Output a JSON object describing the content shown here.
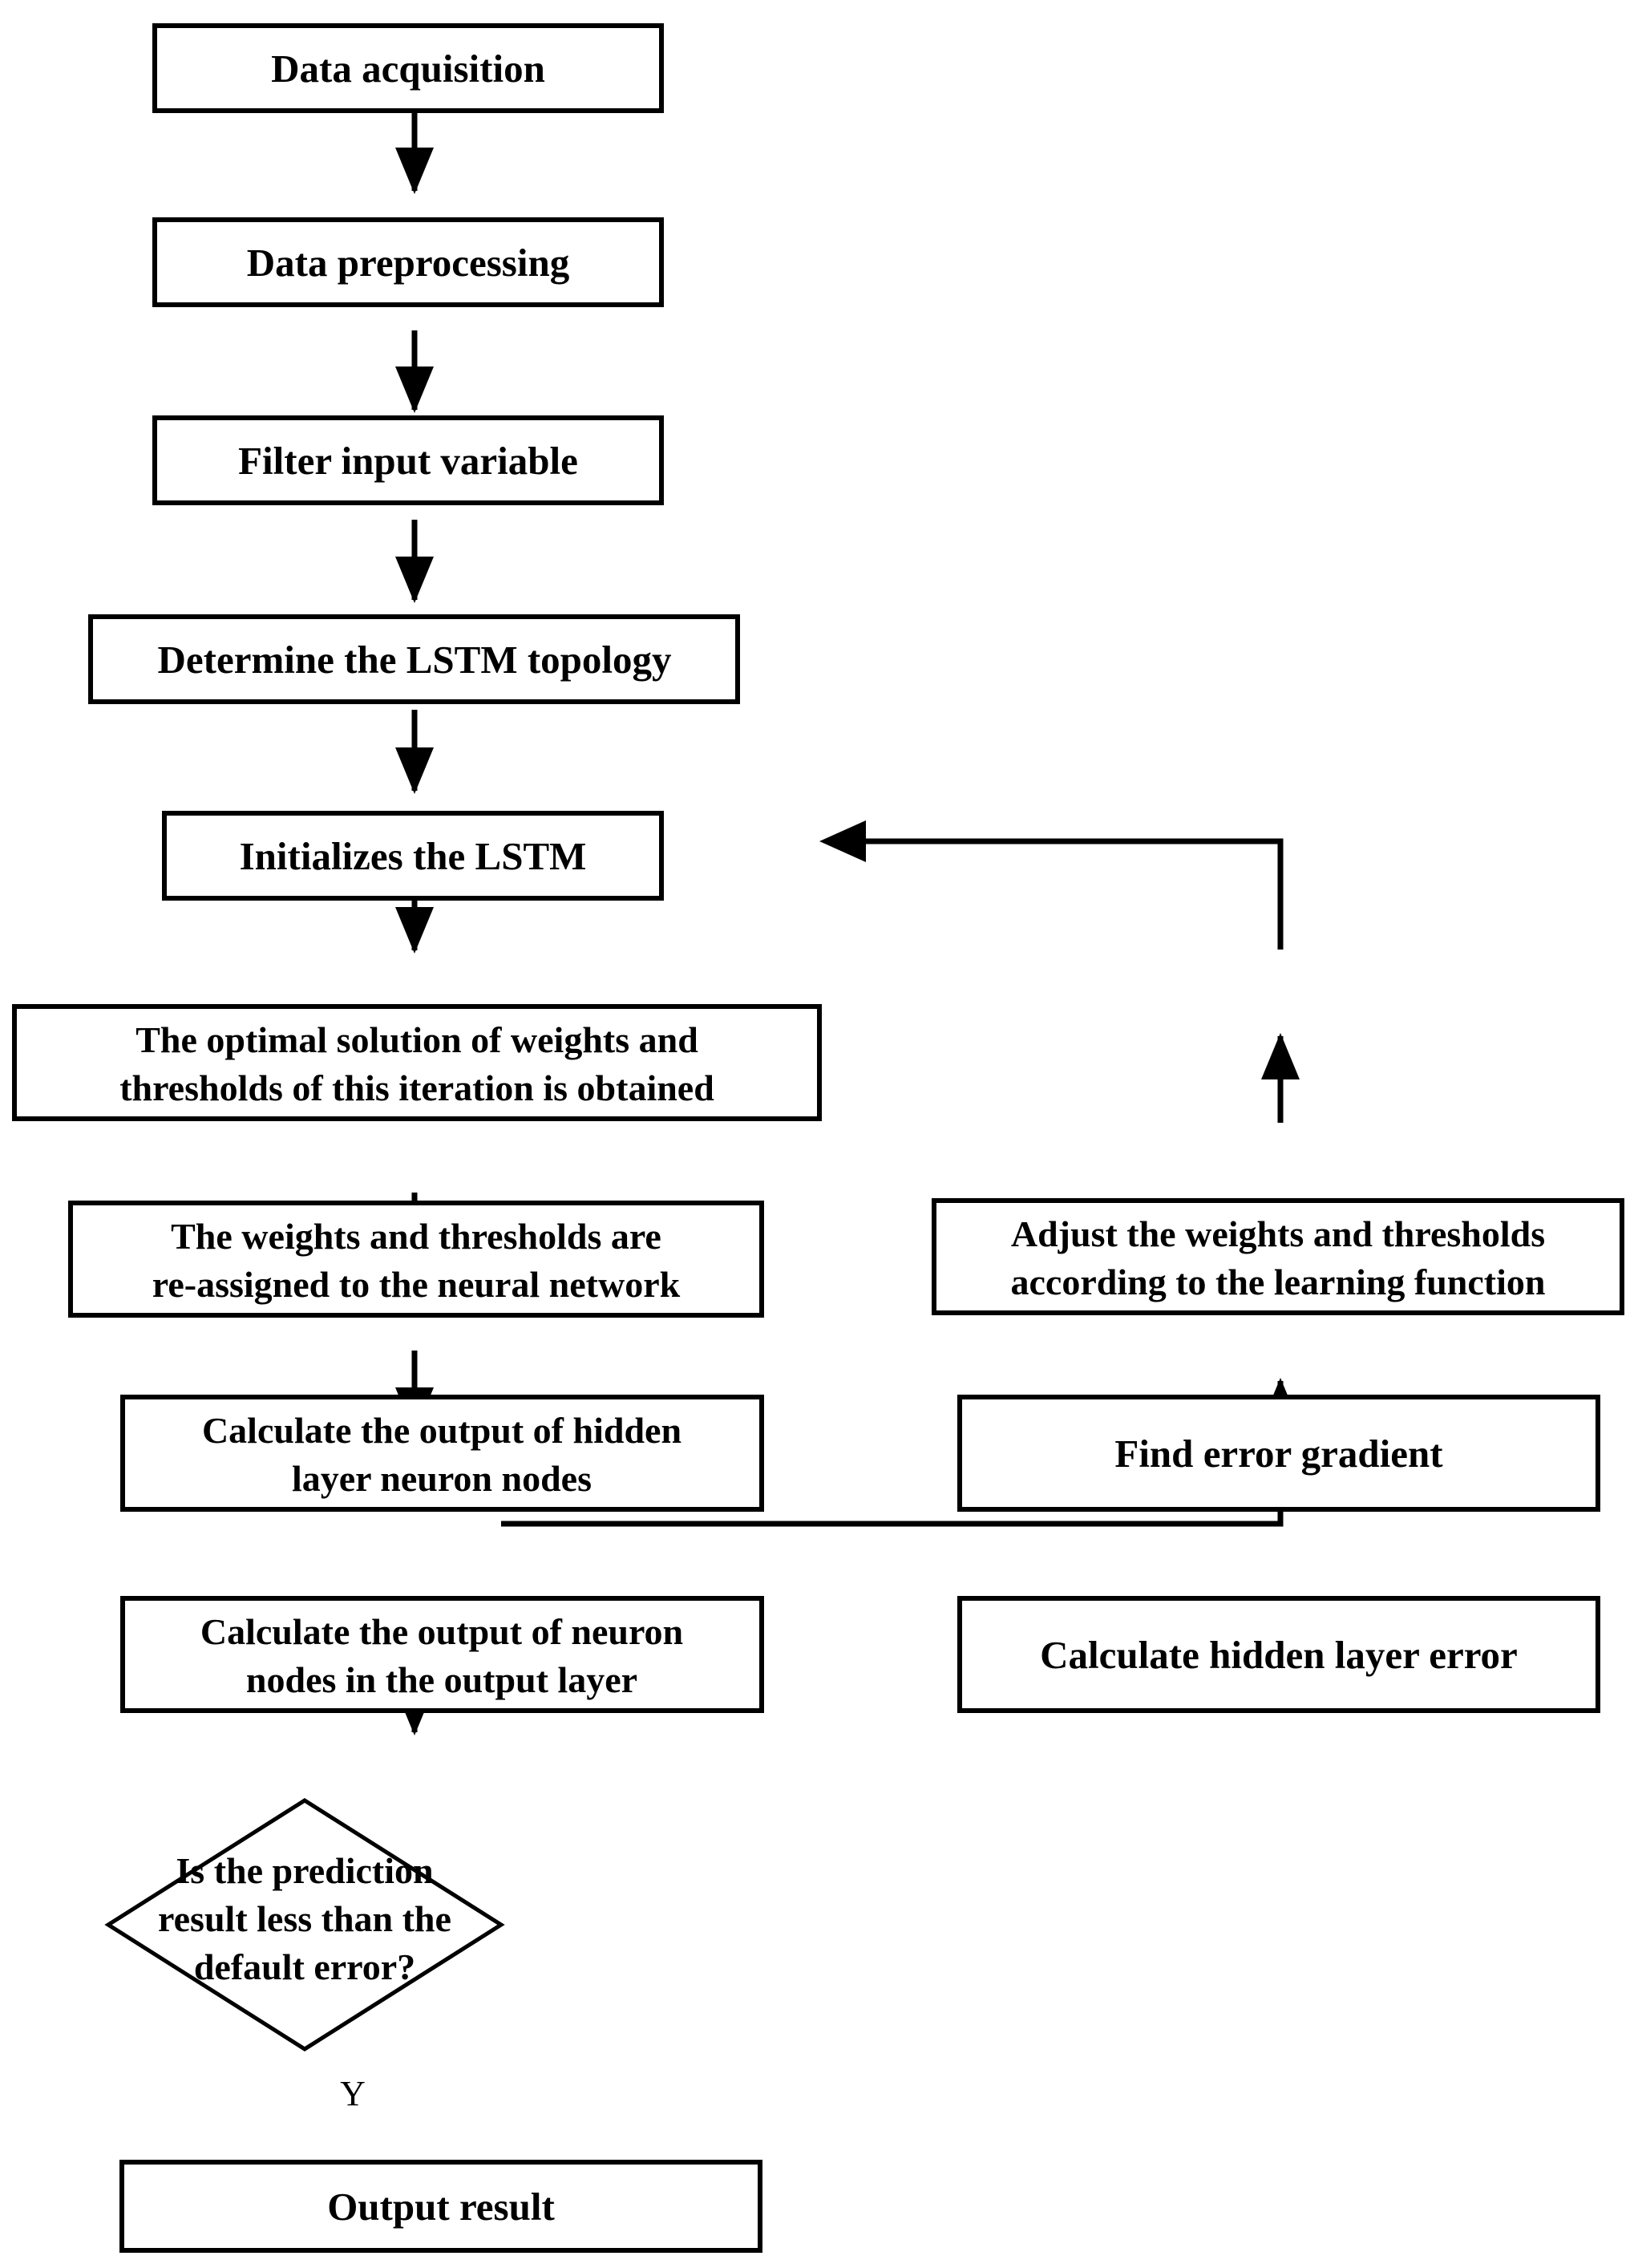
{
  "diagram": {
    "type": "flowchart",
    "title": "LSTM neural network training flowchart",
    "colors": {
      "stroke": "#000000",
      "fill": "#ffffff",
      "text": "#000000"
    },
    "nodes": [
      {
        "id": "data-acquisition",
        "shape": "process",
        "lines": [
          "Data acquisition"
        ]
      },
      {
        "id": "data-preprocessing",
        "shape": "process",
        "lines": [
          "Data preprocessing"
        ]
      },
      {
        "id": "filter-input-variable",
        "shape": "process",
        "lines": [
          "Filter input variable"
        ]
      },
      {
        "id": "determine-topology",
        "shape": "process",
        "lines": [
          "Determine the LSTM topology"
        ]
      },
      {
        "id": "initializes-lstm",
        "shape": "process",
        "lines": [
          "Initializes the LSTM"
        ]
      },
      {
        "id": "optimal-solution",
        "shape": "process",
        "lines": [
          "The optimal solution of weights and",
          "thresholds of this iteration is obtained"
        ]
      },
      {
        "id": "reassign-weights",
        "shape": "process",
        "lines": [
          "The weights and thresholds are",
          "re-assigned to the neural network"
        ]
      },
      {
        "id": "hidden-output",
        "shape": "process",
        "lines": [
          "Calculate the output of hidden",
          "layer neuron nodes"
        ]
      },
      {
        "id": "output-layer-output",
        "shape": "process",
        "lines": [
          "Calculate the output of neuron",
          "nodes in the output layer"
        ]
      },
      {
        "id": "prediction-check",
        "shape": "decision",
        "lines": [
          "Is the prediction",
          "result less than the",
          "default error?"
        ]
      },
      {
        "id": "output-result",
        "shape": "process",
        "lines": [
          "Output result"
        ]
      },
      {
        "id": "adjust-weights",
        "shape": "process",
        "lines": [
          "Adjust the weights and thresholds",
          "according to the learning function"
        ]
      },
      {
        "id": "find-error-gradient",
        "shape": "process",
        "lines": [
          "Find error gradient"
        ]
      },
      {
        "id": "hidden-layer-error",
        "shape": "process",
        "lines": [
          "Calculate hidden layer error"
        ]
      }
    ],
    "edge_labels": {
      "yes_branch": "Y"
    },
    "edges": [
      {
        "from": "data-acquisition",
        "to": "data-preprocessing"
      },
      {
        "from": "data-preprocessing",
        "to": "filter-input-variable"
      },
      {
        "from": "filter-input-variable",
        "to": "determine-topology"
      },
      {
        "from": "determine-topology",
        "to": "initializes-lstm"
      },
      {
        "from": "initializes-lstm",
        "to": "optimal-solution"
      },
      {
        "from": "optimal-solution",
        "to": "reassign-weights"
      },
      {
        "from": "reassign-weights",
        "to": "hidden-output"
      },
      {
        "from": "hidden-output",
        "to": "output-layer-output"
      },
      {
        "from": "output-layer-output",
        "to": "prediction-check"
      },
      {
        "from": "prediction-check",
        "to": "output-result",
        "label": "Y"
      },
      {
        "from": "prediction-check",
        "to": "hidden-layer-error",
        "label": ""
      },
      {
        "from": "hidden-layer-error",
        "to": "find-error-gradient"
      },
      {
        "from": "find-error-gradient",
        "to": "adjust-weights"
      },
      {
        "from": "adjust-weights",
        "to": "optimal-solution"
      }
    ]
  }
}
